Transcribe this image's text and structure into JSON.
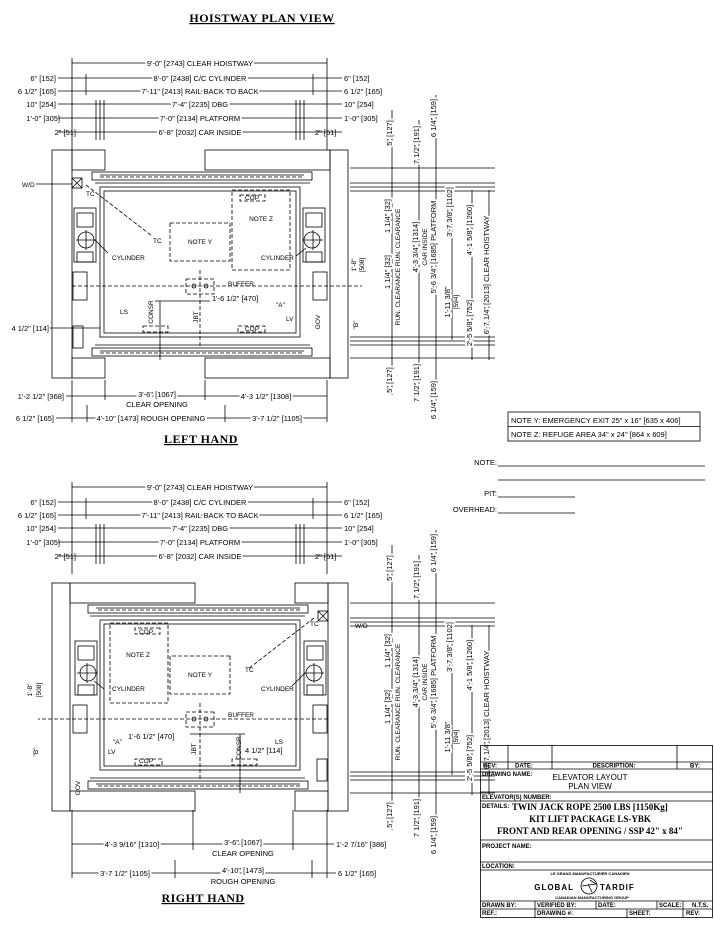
{
  "title": "HOISTWAY PLAN VIEW",
  "plans": [
    {
      "name": "LEFT HAND",
      "top_dims": [
        {
          "center": "9'-0\" [2743] CLEAR HOISTWAY",
          "left": "",
          "right": ""
        },
        {
          "center": "8'-0\" [2438] C/C CYLINDER",
          "left": "6\" [152]",
          "right": "6\" [152]"
        },
        {
          "center": "7'-11\" [2413] RAIL BACK TO BACK",
          "left": "6 1/2\" [165]",
          "right": "6 1/2\" [165]"
        },
        {
          "center": "7'-4\" [2235] DBG",
          "left": "10\" [254]",
          "right": "10\" [254]"
        },
        {
          "center": "7'-0\" [2134] PLATFORM",
          "left": "1'-0\" [305]",
          "right": "1'-0\" [305]"
        },
        {
          "center": "6'-8\" [2032] CAR INSIDE",
          "left": "2\" [51]",
          "right": "2\" [51]"
        }
      ],
      "bottom_dims": {
        "row1": [
          "1'-2 1/2\" [368]",
          "3'-6\" [1067]",
          "4'-3 1/2\" [1308]"
        ],
        "row1_sub": "CLEAR OPENING",
        "row2": [
          "6 1/2\" [165]",
          "4'-10\" [1473] ROUGH OPENING",
          "3'-7 1/2\" [1105]"
        ]
      },
      "labels": {
        "w_d": "W/D",
        "tc": "TC",
        "note_y": "NOTE Y",
        "note_z": "NOTE Z",
        "cop": "COP",
        "cylinder": "CYLINDER",
        "buffer": "BUFFER",
        "ls": "LS",
        "consr": "CONSR",
        "jbt": "JBT",
        "dim_470": "1'-6 1/2\" [470]",
        "a": "\"A\"",
        "lv": "LV",
        "gov": "GOV",
        "dim_114": "4 1/2\" [114]",
        "dim_508": "1'-8\"",
        "dim_508_mm": "[508]",
        "b": "\"B\""
      }
    },
    {
      "name": "RIGHT HAND",
      "top_dims": [
        {
          "center": "9'-0\" [2743] CLEAR HOISTWAY",
          "left": "",
          "right": ""
        },
        {
          "center": "8'-0\" [2438] C/C CYLINDER",
          "left": "6\" [152]",
          "right": "6\" [152]"
        },
        {
          "center": "7'-11\" [2413] RAIL BACK TO BACK",
          "left": "6 1/2\" [165]",
          "right": "6 1/2\" [165]"
        },
        {
          "center": "7'-4\" [2235] DBG",
          "left": "10\" [254]",
          "right": "10\" [254]"
        },
        {
          "center": "7'-0\" [2134] PLATFORM",
          "left": "1'-0\" [305]",
          "right": "1'-0\" [305]"
        },
        {
          "center": "6'-8\" [2032] CAR INSIDE",
          "left": "2\" [51]",
          "right": "2\" [51]"
        }
      ],
      "bottom_dims": {
        "row1": [
          "4'-3 9/16\" [1310]",
          "3'-6\" [1067]",
          "1'-2 7/16\" [386]"
        ],
        "row1_sub": "CLEAR OPENING",
        "row2": [
          "3'-7 1/2\" [1105]",
          "4'-10\" [1473]",
          "6 1/2\" [165]"
        ],
        "row2_sub": "ROUGH OPENING"
      },
      "labels": {
        "w_d": "W/D",
        "tc": "TC",
        "note_y": "NOTE Y",
        "note_z": "NOTE Z",
        "cop": "COP",
        "cylinder": "CYLINDER",
        "buffer": "BUFFER",
        "ls": "LS",
        "consr": "CONSR",
        "jbt": "JBT",
        "dim_470": "1'-6 1/2\" [470]",
        "a": "\"A\"",
        "lv": "LV",
        "gov": "GOV",
        "dim_114": "4 1/2\" [114]",
        "dim_508": "1'-8\"",
        "dim_508_mm": "[508]",
        "b": "\"B\""
      }
    }
  ],
  "vertical_dims": {
    "top_run": "5\" [127]",
    "run_clear_1": "1 1/4\" [32]",
    "run_clear_2": "1 1/4\" [32]",
    "run_clear_label": "RUN. CLEARANCE RUN. CLEARANCE",
    "bottom_run": "5\" [127]",
    "top_car": "7 1/2\" [191]",
    "car_inside": "4'-3 3/4\" [1314]",
    "car_inside_label": "CAR INSIDE",
    "bottom_car": "7 1/2\" [191]",
    "top_platform": "6 1/4\" [159]",
    "platform": "5'-6 3/4\" [1685] PLATFORM",
    "bottom_platform": "6 1/4\" [159]",
    "dim_594": "1'-11 3/8\"",
    "dim_594_mm": "[594]",
    "dim_1102": "3'-7 3/8\" [1102]",
    "dim_1260": "4'-1 5/8\" [1260]",
    "dim_752": "2'-5 5/8\" [752]",
    "clear_hoistway": "6'-7 1/4\" [2013] CLEAR HOISTWAY"
  },
  "notes": {
    "note_y": "NOTE Y: EMERGENCY EXIT 25\" x 16\" [635 x 406]",
    "note_z": "NOTE Z: REFUGE AREA 34\" x 24\" [864 x 609]",
    "note_label": "NOTE:",
    "pit_label": "PIT:",
    "overhead_label": "OVERHEAD:"
  },
  "title_block": {
    "rev": "REV:",
    "date": "DATE:",
    "description": "DESCRIPTION:",
    "by": "BY:",
    "drawing_name_label": "DRAWING NAME:",
    "drawing_name_1": "ELEVATOR LAYOUT",
    "drawing_name_2": "PLAN VIEW",
    "elevator_number": "ELEVATOR(S) NUMBER:",
    "details_label": "DETAILS:",
    "details_1": "TWIN JACK ROPE 2500 LBS [1150Kg]",
    "details_2": "KIT LIFT PACKAGE LS-YBK",
    "details_3": "FRONT AND REAR OPENING / SSP 42\" x 84\"",
    "project_name": "PROJECT NAME:",
    "location": "LOCATION:",
    "logo_top": "LE GRAND MANUFACTURIER CANADIEN",
    "logo_left": "GLOBAL",
    "logo_right": "TARDIF",
    "logo_bottom": "CANADIAN MANUFACTURING GROUP",
    "drawn_by": "DRAWN BY:",
    "verified_by": "VERIFIED BY:",
    "date2": "DATE:",
    "scale": "SCALE:",
    "scale_value": "N.T.S.",
    "ref": "REF.:",
    "drawing_no": "DRAWING #:",
    "sheet": "SHEET:",
    "rev2": "REV:"
  }
}
